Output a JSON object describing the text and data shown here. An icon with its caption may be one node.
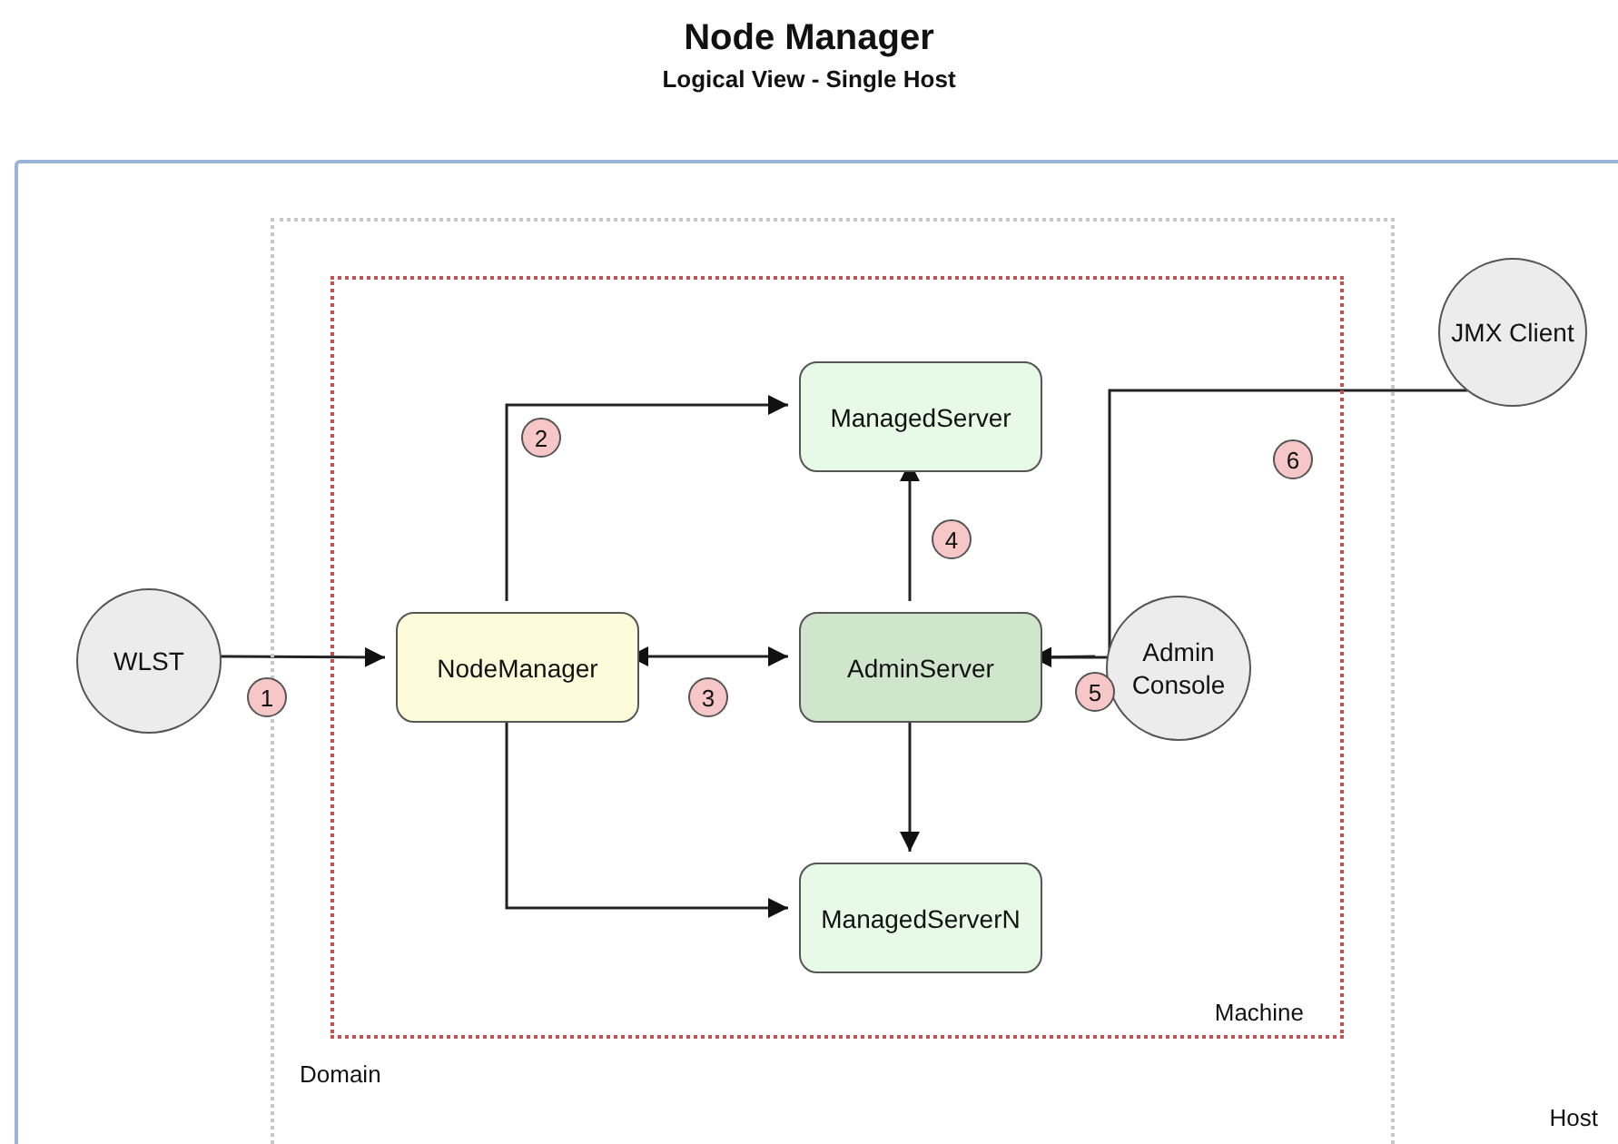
{
  "diagram": {
    "title": "Node Manager",
    "nodes": [
      {
        "text": [
          "Host"
        ]
      },
      {
        "text": [
          "Domain"
        ],
        "in": 0
      },
      {
        "text": [
          "Machine"
        ],
        "in": 1
      },
      {
        "text": [
          "WLST"
        ],
        "in": 0
      },
      {
        "text": [
          "NodeManager"
        ],
        "in": 2
      },
      {
        "text": [
          "ManagedServer"
        ],
        "in": 2
      },
      {
        "text": [
          "AdminServer"
        ],
        "in": 2
      },
      {
        "text": [
          "ManagedServerN"
        ],
        "in": 2
      },
      {
        "text": [
          "Admin Console"
        ],
        "in": 2
      },
      {
        "text": [
          "JMX Client"
        ],
        "in": 0
      }
    ],
    "edges": [
      {
        "from": 3,
        "to": 4,
        "arrow": "to",
        "label": "1"
      },
      {
        "from": 4,
        "to": 5,
        "arrow": "to",
        "label": "2"
      },
      {
        "from": 4,
        "to": 7,
        "arrow": "to"
      },
      {
        "from": 4,
        "to": 6,
        "arrow": "both",
        "label": "3"
      },
      {
        "from": 6,
        "to": 5,
        "arrow": "to",
        "label": "4"
      },
      {
        "from": 6,
        "to": 7,
        "arrow": "to"
      },
      {
        "from": 8,
        "to": 6,
        "arrow": "to",
        "label": "5"
      },
      {
        "from": 9,
        "to": 6,
        "arrow": "to",
        "label": "6"
      }
    ],
    "labels": [
      "Logical View - Single Host"
    ]
  }
}
